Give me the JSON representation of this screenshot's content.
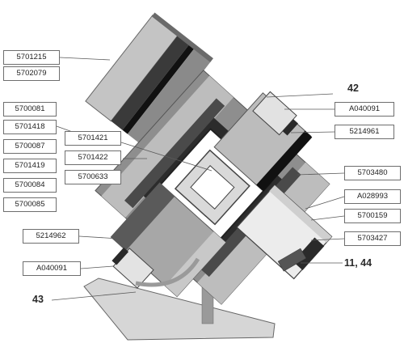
{
  "part_labels": [
    "5701215",
    "5702079",
    "5700081",
    "5701418",
    "5700087",
    "5701419",
    "5700084",
    "5700085",
    "5701421",
    "5701422",
    "5700633",
    "A040091",
    "5214961",
    "5703480",
    "A028993",
    "5700159",
    "5703427",
    "5214962",
    "A040091"
  ],
  "callout_numbers": [
    "42",
    "11, 44",
    "43"
  ],
  "colors": {
    "dark": "#2b2b2b",
    "mid": "#7a7a7a",
    "light": "#b9b9b9",
    "pale": "#dadada",
    "line": "#555555"
  }
}
